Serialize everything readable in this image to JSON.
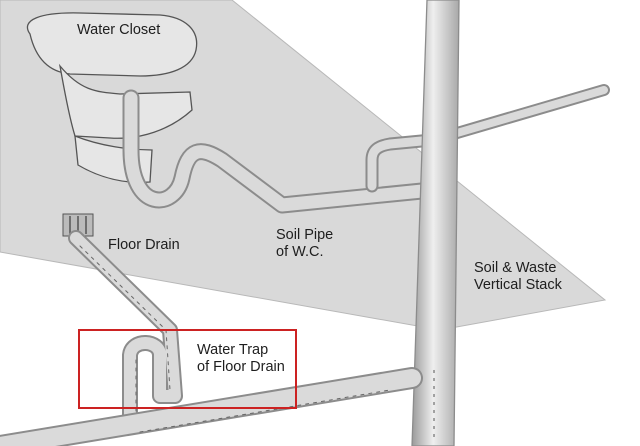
{
  "labels": {
    "water_closet": "Water Closet",
    "floor_drain": "Floor Drain",
    "soil_pipe": {
      "line1": "Soil Pipe",
      "line2": "of W.C."
    },
    "stack": {
      "line1": "Soil & Waste",
      "line2": "Vertical Stack"
    },
    "trap": {
      "line1": "Water Trap",
      "line2": "of Floor Drain"
    }
  },
  "colors": {
    "floor": "#d9d9d9",
    "pipe": "#dadada",
    "pipe_outline": "#8c8c8c",
    "highlight_box": "#cc2222",
    "text": "#1e1e1e"
  }
}
